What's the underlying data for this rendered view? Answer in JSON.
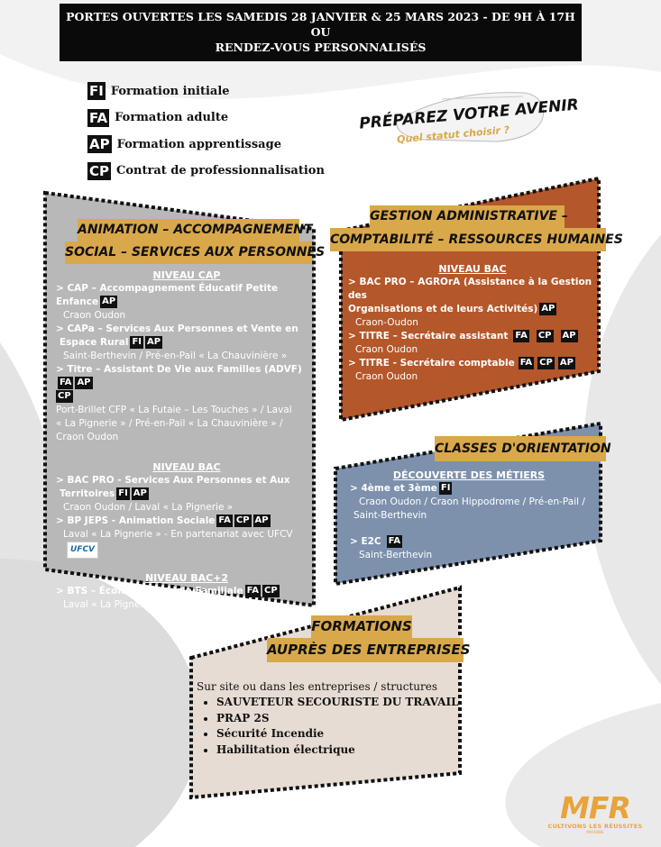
{
  "banner": {
    "line1": "PORTES OUVERTES LES SAMEDIS  28 JANVIER & 25 MARS 2023 - DE 9H  À 17H",
    "line2": "OU",
    "line3": "RENDEZ-VOUS PERSONNALISÉS"
  },
  "legend": [
    {
      "code": "FI",
      "label": "Formation initiale"
    },
    {
      "code": "FA",
      "label": "Formation adulte"
    },
    {
      "code": "AP",
      "label": "Formation apprentissage"
    },
    {
      "code": "CP",
      "label": "Contrat de professionnalisation"
    }
  ],
  "tagline": {
    "main": "PRÉPAREZ VOTRE AVENIR",
    "sub": "Quel statut choisir ?"
  },
  "animation": {
    "title1": "ANIMATION – ACCOMPAGNEMENT",
    "title2": "SOCIAL – SERVICES AUX PERSONNES",
    "lvl_cap": "NIVEAU CAP",
    "cap1": "> CAP – Accompagnement Éducatif Petite Enfance",
    "cap1_loc": "Craon Oudon",
    "cap2a": "> CAPa – Services Aux Personnes et Vente en",
    "cap2b": "Espace Rural",
    "cap2_loc": "Saint-Berthevin / Pré-en-Pail « La Chauvinière »",
    "cap3": "> Titre – Assistant De Vie aux Familles (ADVF)",
    "cap3_loc1": "Port-Brillet CFP « La Futaie – Les Touches » / Laval",
    "cap3_loc2": "« La Pignerie » / Pré-en-Pail « La Chauvinière » /",
    "cap3_loc3": "Craon Oudon",
    "lvl_bac": "NIVEAU BAC",
    "bac1a": "> BAC PRO - Services Aux Personnes et Aux",
    "bac1b": "Territoires",
    "bac1_loc": "Craon Oudon / Laval « La Pignerie »",
    "bac2": "> BP JEPS - Animation Sociale",
    "bac2_loc": "Laval « La Pignerie » - En partenariat avec UFCV",
    "ufcv": "UFCV",
    "lvl_bac2": "NIVEAU BAC+2",
    "bts": "> BTS – Économie Sociale Familiale",
    "bts_loc": "Laval « La Pignerie »"
  },
  "gestion": {
    "title1": "GESTION ADMINISTRATIVE –",
    "title2": "COMPTABILITÉ – RESSOURCES HUMAINES",
    "lvl": "NIVEAU BAC",
    "i1a": "> BAC PRO – AGROrA (Assistance à la Gestion des",
    "i1b": "Organisations et de leurs Activités)",
    "i1_loc": "Craon-Oudon",
    "i2": "> TITRE – Secrétaire assistant",
    "i2_loc": "Craon Oudon",
    "i3": "> TITRE - Secrétaire comptable",
    "i3_loc": "Craon Oudon"
  },
  "orientation": {
    "title": "CLASSES D'ORIENTATION",
    "lvl": "DÉCOUVERTE DES MÉTIERS",
    "i1": "> 4ème et 3ème",
    "i1_loc1": "Craon Oudon / Craon Hippodrome / Pré-en-Pail /",
    "i1_loc2": "Saint-Berthevin",
    "i2": "> E2C",
    "i2_loc": "Saint-Berthevin"
  },
  "entreprises": {
    "title1": "FORMATIONS",
    "title2": "AUPRÈS DES ENTREPRISES",
    "intro": "Sur site ou dans les entreprises / structures",
    "items": [
      "SAUVETEUR SECOURISTE DU TRAVAIL",
      "PRAP 2S",
      "Sécurité Incendie",
      "Habilitation électrique"
    ]
  },
  "logo": {
    "main": "MFR",
    "sub": "CULTIVONS LES RÉUSSITES",
    "sub2": "MAYENNE"
  },
  "colors": {
    "gold": "#d9a84a",
    "rust": "#b4572a",
    "blue": "#7d91ad",
    "grey": "#b8b8b8",
    "beige": "#e6dcd3"
  }
}
